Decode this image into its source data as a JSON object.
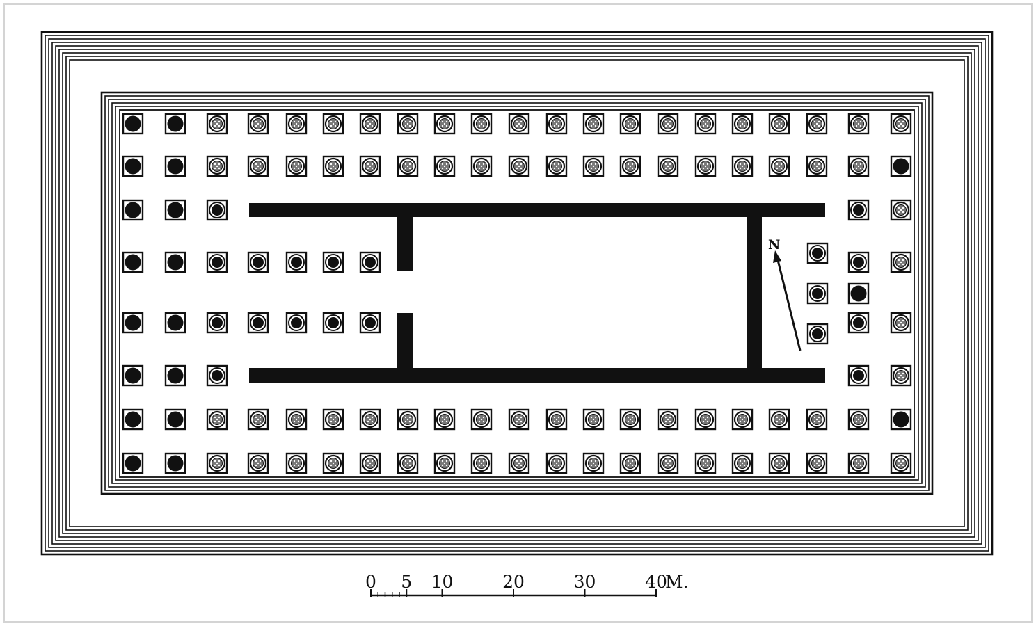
{
  "figure": {
    "north_label": "N",
    "scale": {
      "unit_label": "M.",
      "ticks": [
        {
          "value": 0,
          "label": "0"
        },
        {
          "value": 5,
          "label": "5"
        },
        {
          "value": 10,
          "label": "10"
        },
        {
          "value": 20,
          "label": "20"
        },
        {
          "value": 30,
          "label": "30"
        },
        {
          "value": 40,
          "label": "40"
        }
      ],
      "minor_divisions": [
        1,
        2,
        3,
        4
      ]
    },
    "columns": {
      "rows": 8,
      "cols": 21
    },
    "colors": {
      "ink": "#111111",
      "paper": "#ffffff",
      "border": "#d4d4d4"
    }
  }
}
